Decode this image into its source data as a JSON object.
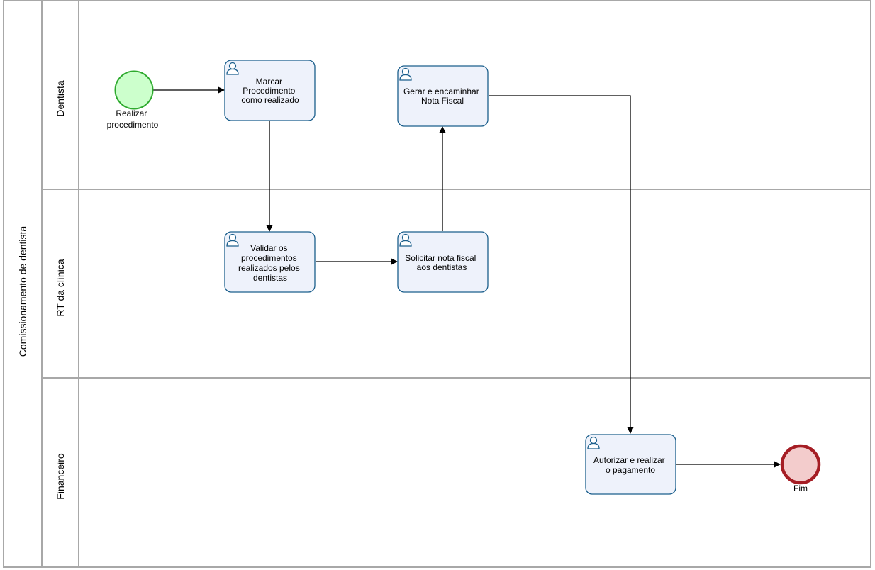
{
  "pool": {
    "label": "Comissionamento de dentista"
  },
  "lanes": [
    {
      "id": "dentista",
      "label": "Dentista"
    },
    {
      "id": "rt",
      "label": "RT da clínica"
    },
    {
      "id": "financeiro",
      "label": "Financeiro"
    }
  ],
  "events": {
    "start": {
      "label_lines": [
        "Realizar",
        "procedimento"
      ],
      "color": "#2eaa2e",
      "fill": "#ccffcc"
    },
    "end": {
      "label_lines": [
        "Fim"
      ],
      "color": "#a51d24",
      "fill": "#f3cccc"
    }
  },
  "tasks": {
    "marcar": {
      "lines": [
        "Marcar",
        "Procedimento",
        "como realizado"
      ],
      "icon": "user-icon"
    },
    "gerar": {
      "lines": [
        "Gerar e encaminhar",
        "Nota Fiscal"
      ],
      "icon": "user-icon"
    },
    "validar": {
      "lines": [
        "Validar os",
        "procedimentos",
        "realizados pelos",
        "dentistas"
      ],
      "icon": "user-icon"
    },
    "solicitar": {
      "lines": [
        "Solicitar nota fiscal",
        "aos dentistas"
      ],
      "icon": "user-icon"
    },
    "autorizar": {
      "lines": [
        "Autorizar e realizar",
        "o pagamento"
      ],
      "icon": "user-icon"
    }
  },
  "colors": {
    "task_stroke": "#1b5f8c",
    "task_fill": "#eef2fb",
    "lane_border": "#a8a8a8",
    "flow": "#000000"
  }
}
